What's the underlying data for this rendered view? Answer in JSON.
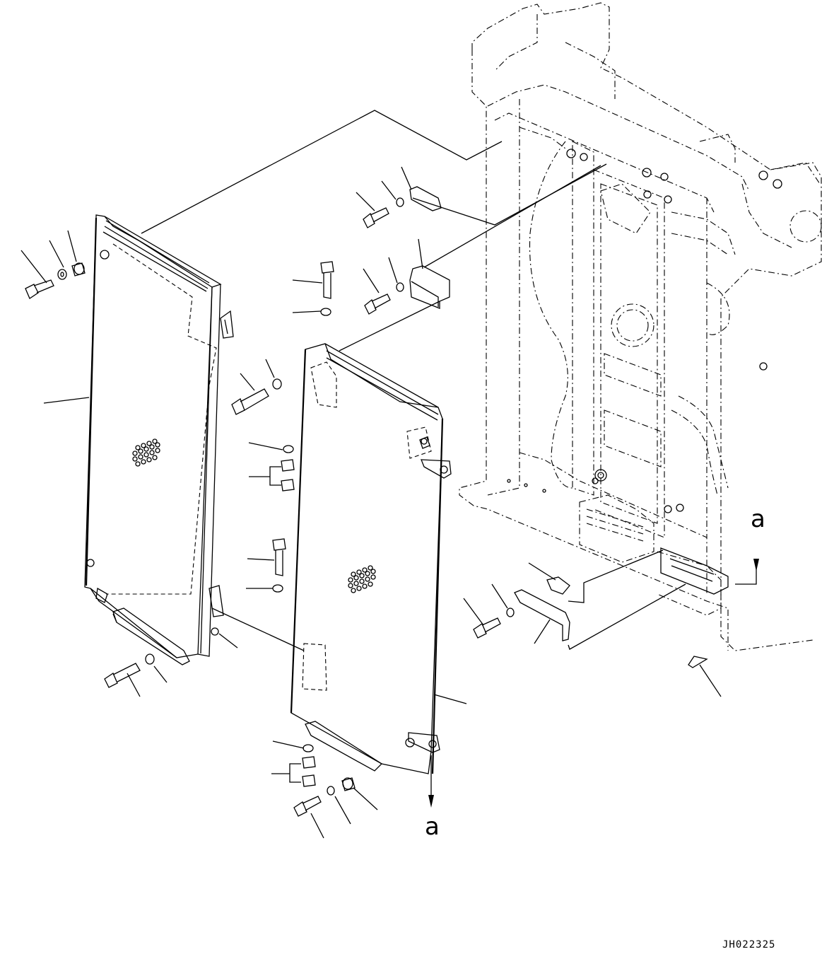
{
  "view_markers": {
    "right": "a",
    "bottom": "a"
  },
  "drawing_code": "JH022325"
}
